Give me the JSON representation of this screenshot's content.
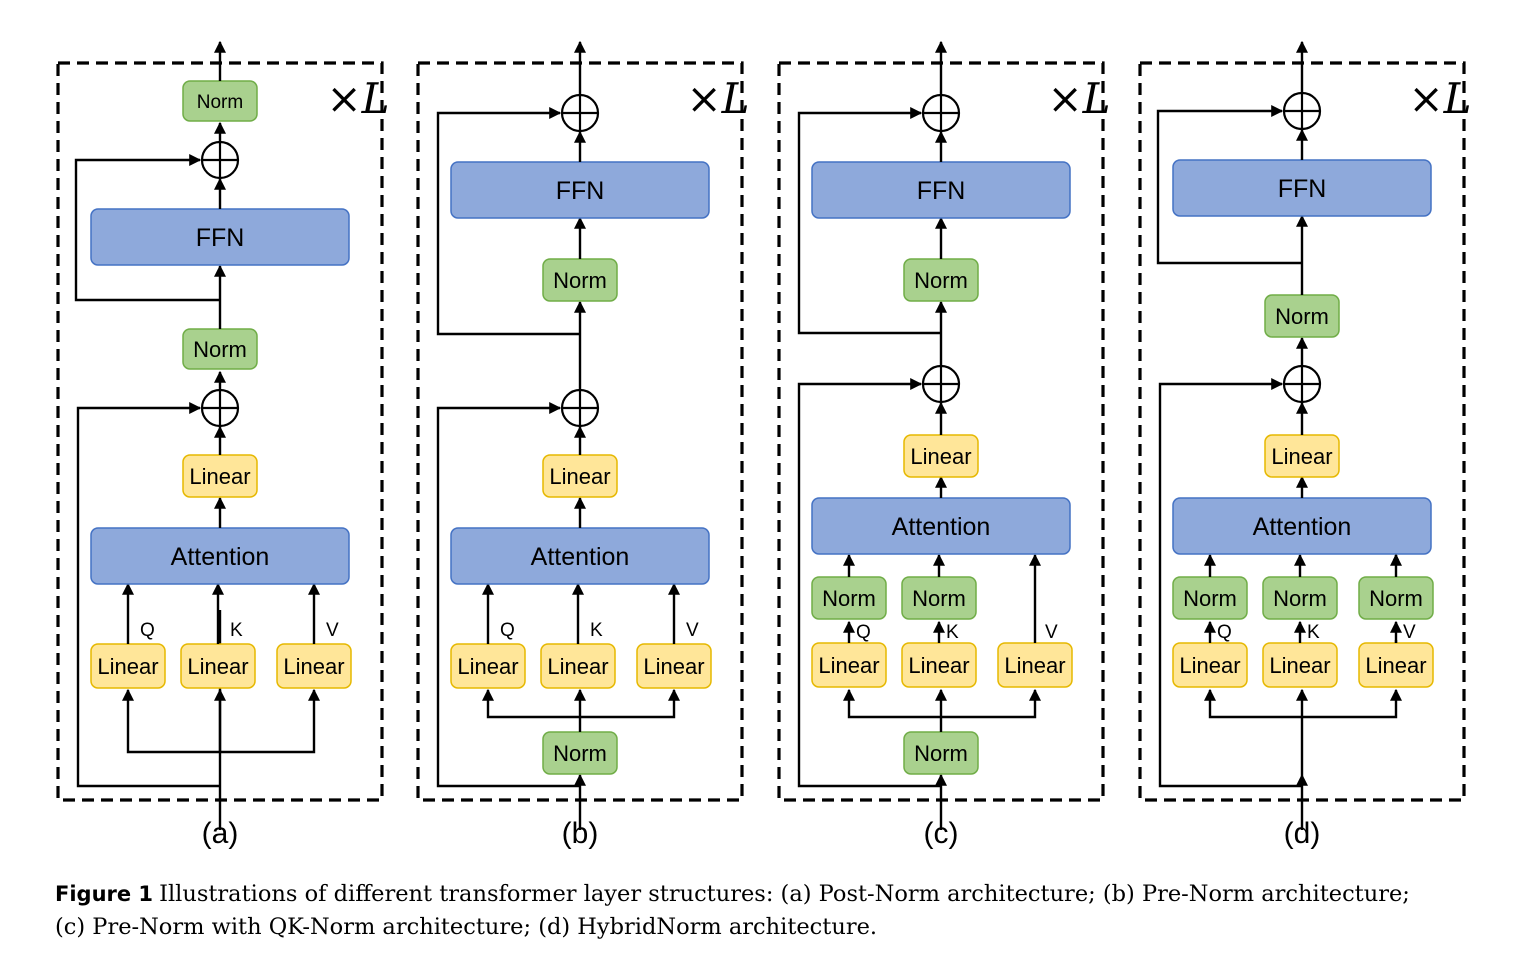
{
  "figure": {
    "label": "Figure 1",
    "caption_line1": "Illustrations of different transformer layer structures: (a) Post-Norm architecture; (b) Pre-Norm architecture;",
    "caption_line2": "(c) Pre-Norm with QK-Norm architecture; (d) HybridNorm architecture."
  },
  "colors": {
    "blue_fill": "#8EA9DB",
    "blue_stroke": "#4472C4",
    "green_fill": "#A9D18E",
    "green_stroke": "#70AD47",
    "yellow_fill": "#FFE699",
    "yellow_stroke": "#E6B800"
  },
  "labels": {
    "ffn": "FFN",
    "attention": "Attention",
    "norm": "Norm",
    "linear": "Linear",
    "q": "Q",
    "k": "K",
    "v": "V",
    "repeat": "×L"
  },
  "panels": [
    "(a)",
    "(b)",
    "(c)",
    "(d)"
  ]
}
